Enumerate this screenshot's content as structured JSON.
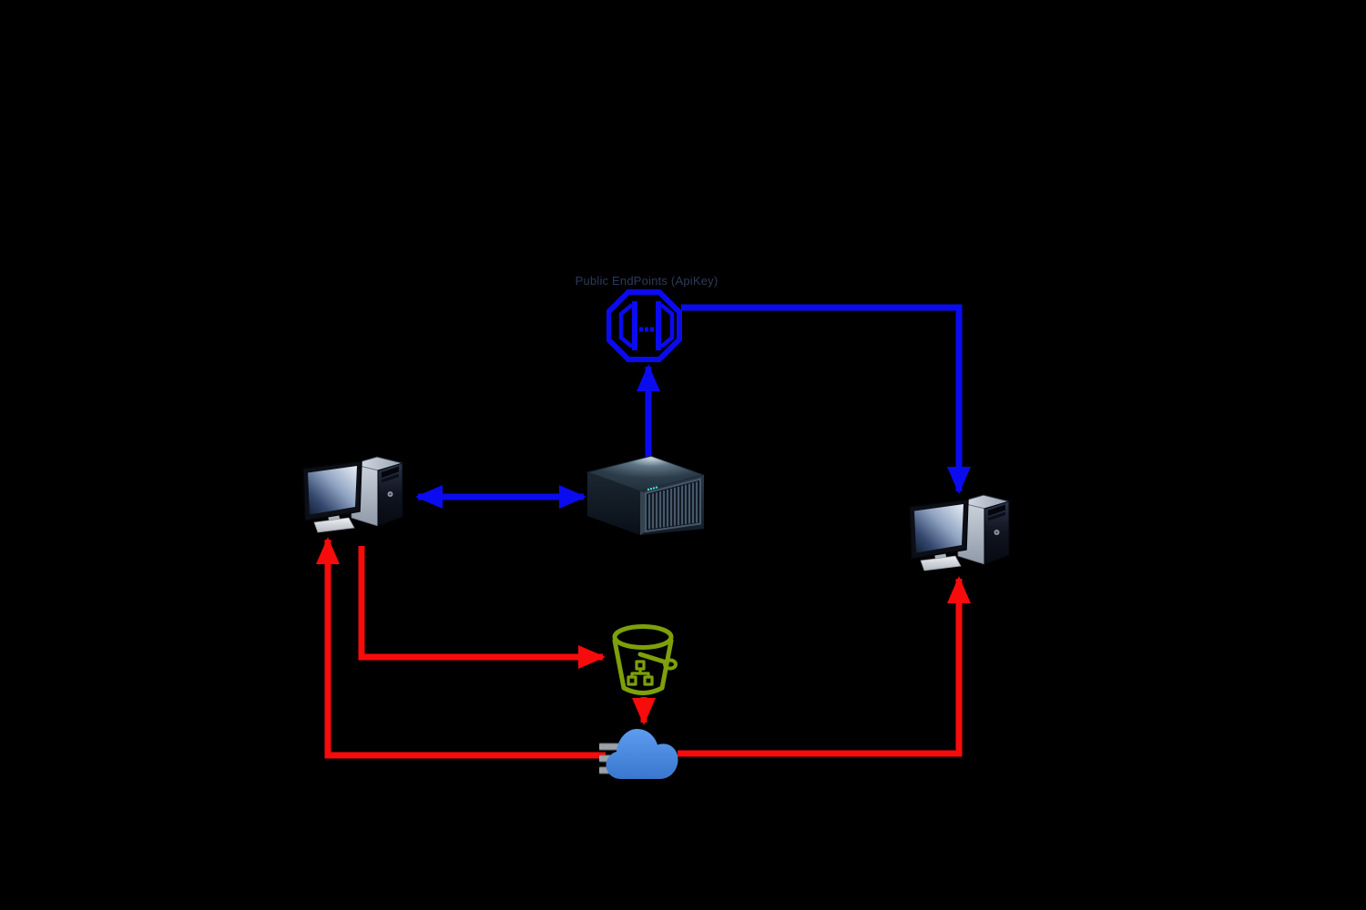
{
  "gateway": {
    "label": "Public EndPoints (ApiKey)"
  },
  "colors": {
    "background": "#000000",
    "flow_blue": "#0B0BF0",
    "flow_red": "#F70B0B",
    "bucket_green": "#7EA00B",
    "cloud_blue": "#5D9CEF",
    "cloud_blue_dark": "#3A77CF",
    "prong_gray": "#9DA2A8",
    "label_text": "#2E3A56"
  },
  "nodes": [
    {
      "id": "public-endpoints-gateway",
      "icon": "api-gateway-octagon-icon",
      "label": "Public EndPoints (ApiKey)"
    },
    {
      "id": "workstation-left",
      "icon": "workstation-icon",
      "label": ""
    },
    {
      "id": "storage-server",
      "icon": "storage-server-icon",
      "label": ""
    },
    {
      "id": "workstation-right",
      "icon": "workstation-icon",
      "label": ""
    },
    {
      "id": "storage-bucket",
      "icon": "bucket-icon",
      "label": ""
    },
    {
      "id": "network-cloud",
      "icon": "cloud-icon",
      "label": ""
    }
  ],
  "edges": [
    {
      "id": "server-to-gateway",
      "from": "storage-server",
      "to": "public-endpoints-gateway",
      "color": "blue",
      "arrows": "end"
    },
    {
      "id": "workstation-left-server",
      "from": "workstation-left",
      "to": "storage-server",
      "color": "blue",
      "arrows": "both"
    },
    {
      "id": "gateway-to-workstation-right",
      "from": "public-endpoints-gateway",
      "to": "workstation-right",
      "color": "blue",
      "arrows": "end"
    },
    {
      "id": "workstation-left-to-bucket",
      "from": "workstation-left",
      "to": "storage-bucket",
      "color": "red",
      "arrows": "end"
    },
    {
      "id": "bucket-to-cloud",
      "from": "storage-bucket",
      "to": "network-cloud",
      "color": "red",
      "arrows": "end"
    },
    {
      "id": "cloud-to-workstation-left",
      "from": "network-cloud",
      "to": "workstation-left",
      "color": "red",
      "arrows": "end"
    },
    {
      "id": "cloud-to-workstation-right",
      "from": "network-cloud",
      "to": "workstation-right",
      "color": "red",
      "arrows": "end"
    }
  ]
}
